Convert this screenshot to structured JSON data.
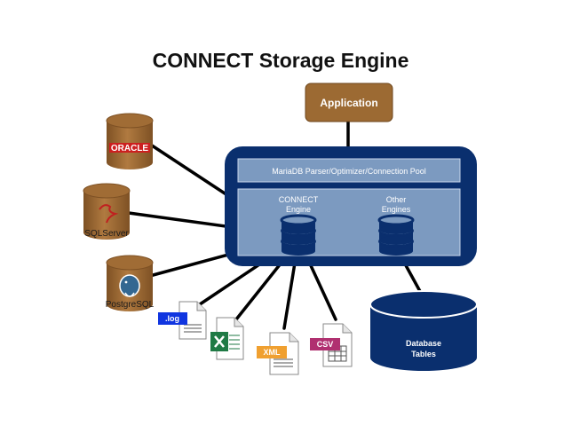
{
  "title": "CONNECT Storage Engine",
  "application": {
    "label": "Application"
  },
  "server": {
    "parser_label": "MariaDB Parser/Optimizer/Connection Pool",
    "connect_engine": [
      "CONNECT",
      "Engine"
    ],
    "other_engines": [
      "Other",
      "Engines"
    ]
  },
  "database_tables": [
    "Database",
    "Tables"
  ],
  "sources": {
    "oracle": "ORACLE",
    "sqlserver": "SQLServer",
    "postgresql": "PostgreSQL"
  },
  "files": {
    "log": ".log",
    "xml": "XML",
    "csv": "CSV"
  },
  "colors": {
    "brown": "#9c6a33",
    "navy": "#0a2f6e",
    "panel": "#7c9ac0",
    "log_tag": "#1035e0",
    "xml_tag": "#f0a030",
    "csv_tag": "#b03070",
    "excel": "#1f7a45",
    "oracle_red": "#cc1f1f"
  }
}
